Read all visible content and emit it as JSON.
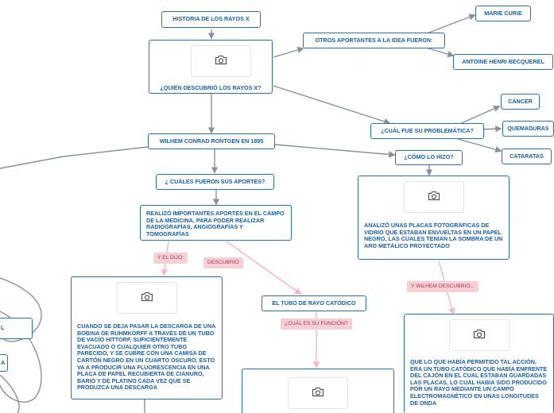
{
  "colors": {
    "node_border": "#2a6fb5",
    "node_text": "#1a5fb0",
    "connector": "#8a8f99",
    "label_bg": "#f7cfd6",
    "label_text": "#a83a4d",
    "pink_connector": "#f6b6c3"
  },
  "nodes": {
    "historia": "HISTORIA DE LOS RAYOS X",
    "quien": "¿QUIÉN DESCUBRIÓ LOS RAYOS X?",
    "otros": "OTROS APORTANTES A LA IDEA FUERON:",
    "marie": "MARIE CURIE",
    "antoine": "ANTOINE HENRI BECQUEREL",
    "problematica": "¿CUÁL FUE SU PROBLEMÁTICA?",
    "cancer": "CÁNCER",
    "quemaduras": "QUEMADURAS",
    "cataratas": "CATARATAS",
    "wilhem": "WILHEM CONRAD RONTGEN EN 1895",
    "como": "¿CÓMO LO HIZO?",
    "aportes": "¿ CUÁLES FUERON SUS APORTES?",
    "realizo": "REALIZÓ IMPORTANTES APORTES EN EL CAMPO DE LA MEDICINA, PARA PODER REALIZAR RADIOGRAFÍAS, ANGIOGRAFÍAS Y TOMOGRAFÍAS",
    "analizo": "ANALIZÓ UNAS PLACAS FOTOGRÁFICAS DE VIDRIO QUE ESTABAN ENVUELTAS EN UN PAPEL NEGRO, LAS CUALES TENÍAN LA SOMBRA DE UN ARO METÁLICO PROYECTADO",
    "cuando": "CUANDO SE DEJA PASAR LA DESCARGA DE UNA BOBINA DE RUHMKORFF A TRAVÉS DE UN TUBO DE VACÍO HITTORF, SUFICIENTEMENTE EVACUADO O CUALQUIER OTRO TUBO PARECIDO, Y SE CUBRE CON UNA CAMISA DE CARTÓN NEGRO EN UN CUARTO OSCURO, ESTO VA A PRODUCIR UNA FLUORESCENCIA  EN UNA PLACA DE PAPEL RECUBIERTA DE CIANURO, BARIO Y DE PLATINO CADA VEZ QUE SE PRODUZCA UNA DESCARGA",
    "tubo": "EL TUBO DE RAYO CATÓDICO",
    "que_lo_que": "QUE LO QUE HABÍA PERMITIDO TAL ACCIÓN, ERA UN TUBO CATÓDICO QUE HABÍA ENFRENTE DEL CAJÓN EN EL CUAL ESTABAN GUARDADAS LAS PLACAS, LO CUAL HABÍA SIDO PRODUCIDO POR UN RAYO MEDIANTE UN CAMPO ELECTROMAGNÉTICO EN UNAS LONGITUDES DE ONDA",
    "left_frag_1": "L",
    "left_frag_2": "A"
  },
  "labels": {
    "dijo": "Y EL DIJO:",
    "descubrio": "DESCUBRIÓ",
    "funcion": "¿CUÁL ES SU FUNCIÓN?",
    "wilhem_descubrio": "Y WILHEM DESCUBRIÓ..."
  },
  "icons": {
    "image_placeholder": "camera-icon"
  }
}
